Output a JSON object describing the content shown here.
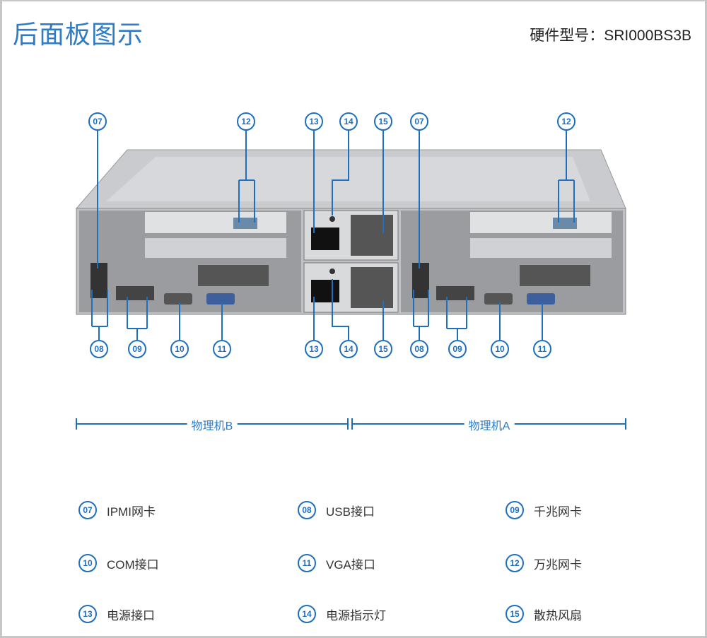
{
  "header": {
    "title": "后面板图示",
    "model_label": "硬件型号：",
    "model": "SRI000BS3B"
  },
  "callouts_top": [
    "07",
    "12",
    "13",
    "14",
    "15",
    "07",
    "12"
  ],
  "callouts_bottom": [
    "08",
    "09",
    "10",
    "11",
    "13",
    "14",
    "15",
    "08",
    "09",
    "10",
    "11"
  ],
  "brackets": {
    "left": "物理机B",
    "right": "物理机A"
  },
  "legend": [
    {
      "num": "07",
      "label": "IPMI网卡"
    },
    {
      "num": "08",
      "label": "USB接口"
    },
    {
      "num": "09",
      "label": "千兆网卡"
    },
    {
      "num": "10",
      "label": "COM接口"
    },
    {
      "num": "11",
      "label": "VGA接口"
    },
    {
      "num": "12",
      "label": "万兆网卡"
    },
    {
      "num": "13",
      "label": "电源接口"
    },
    {
      "num": "14",
      "label": "电源指示灯"
    },
    {
      "num": "15",
      "label": "散热风扇"
    }
  ],
  "colors": {
    "accent": "#1f6fbf",
    "title": "#2f7cc4"
  }
}
